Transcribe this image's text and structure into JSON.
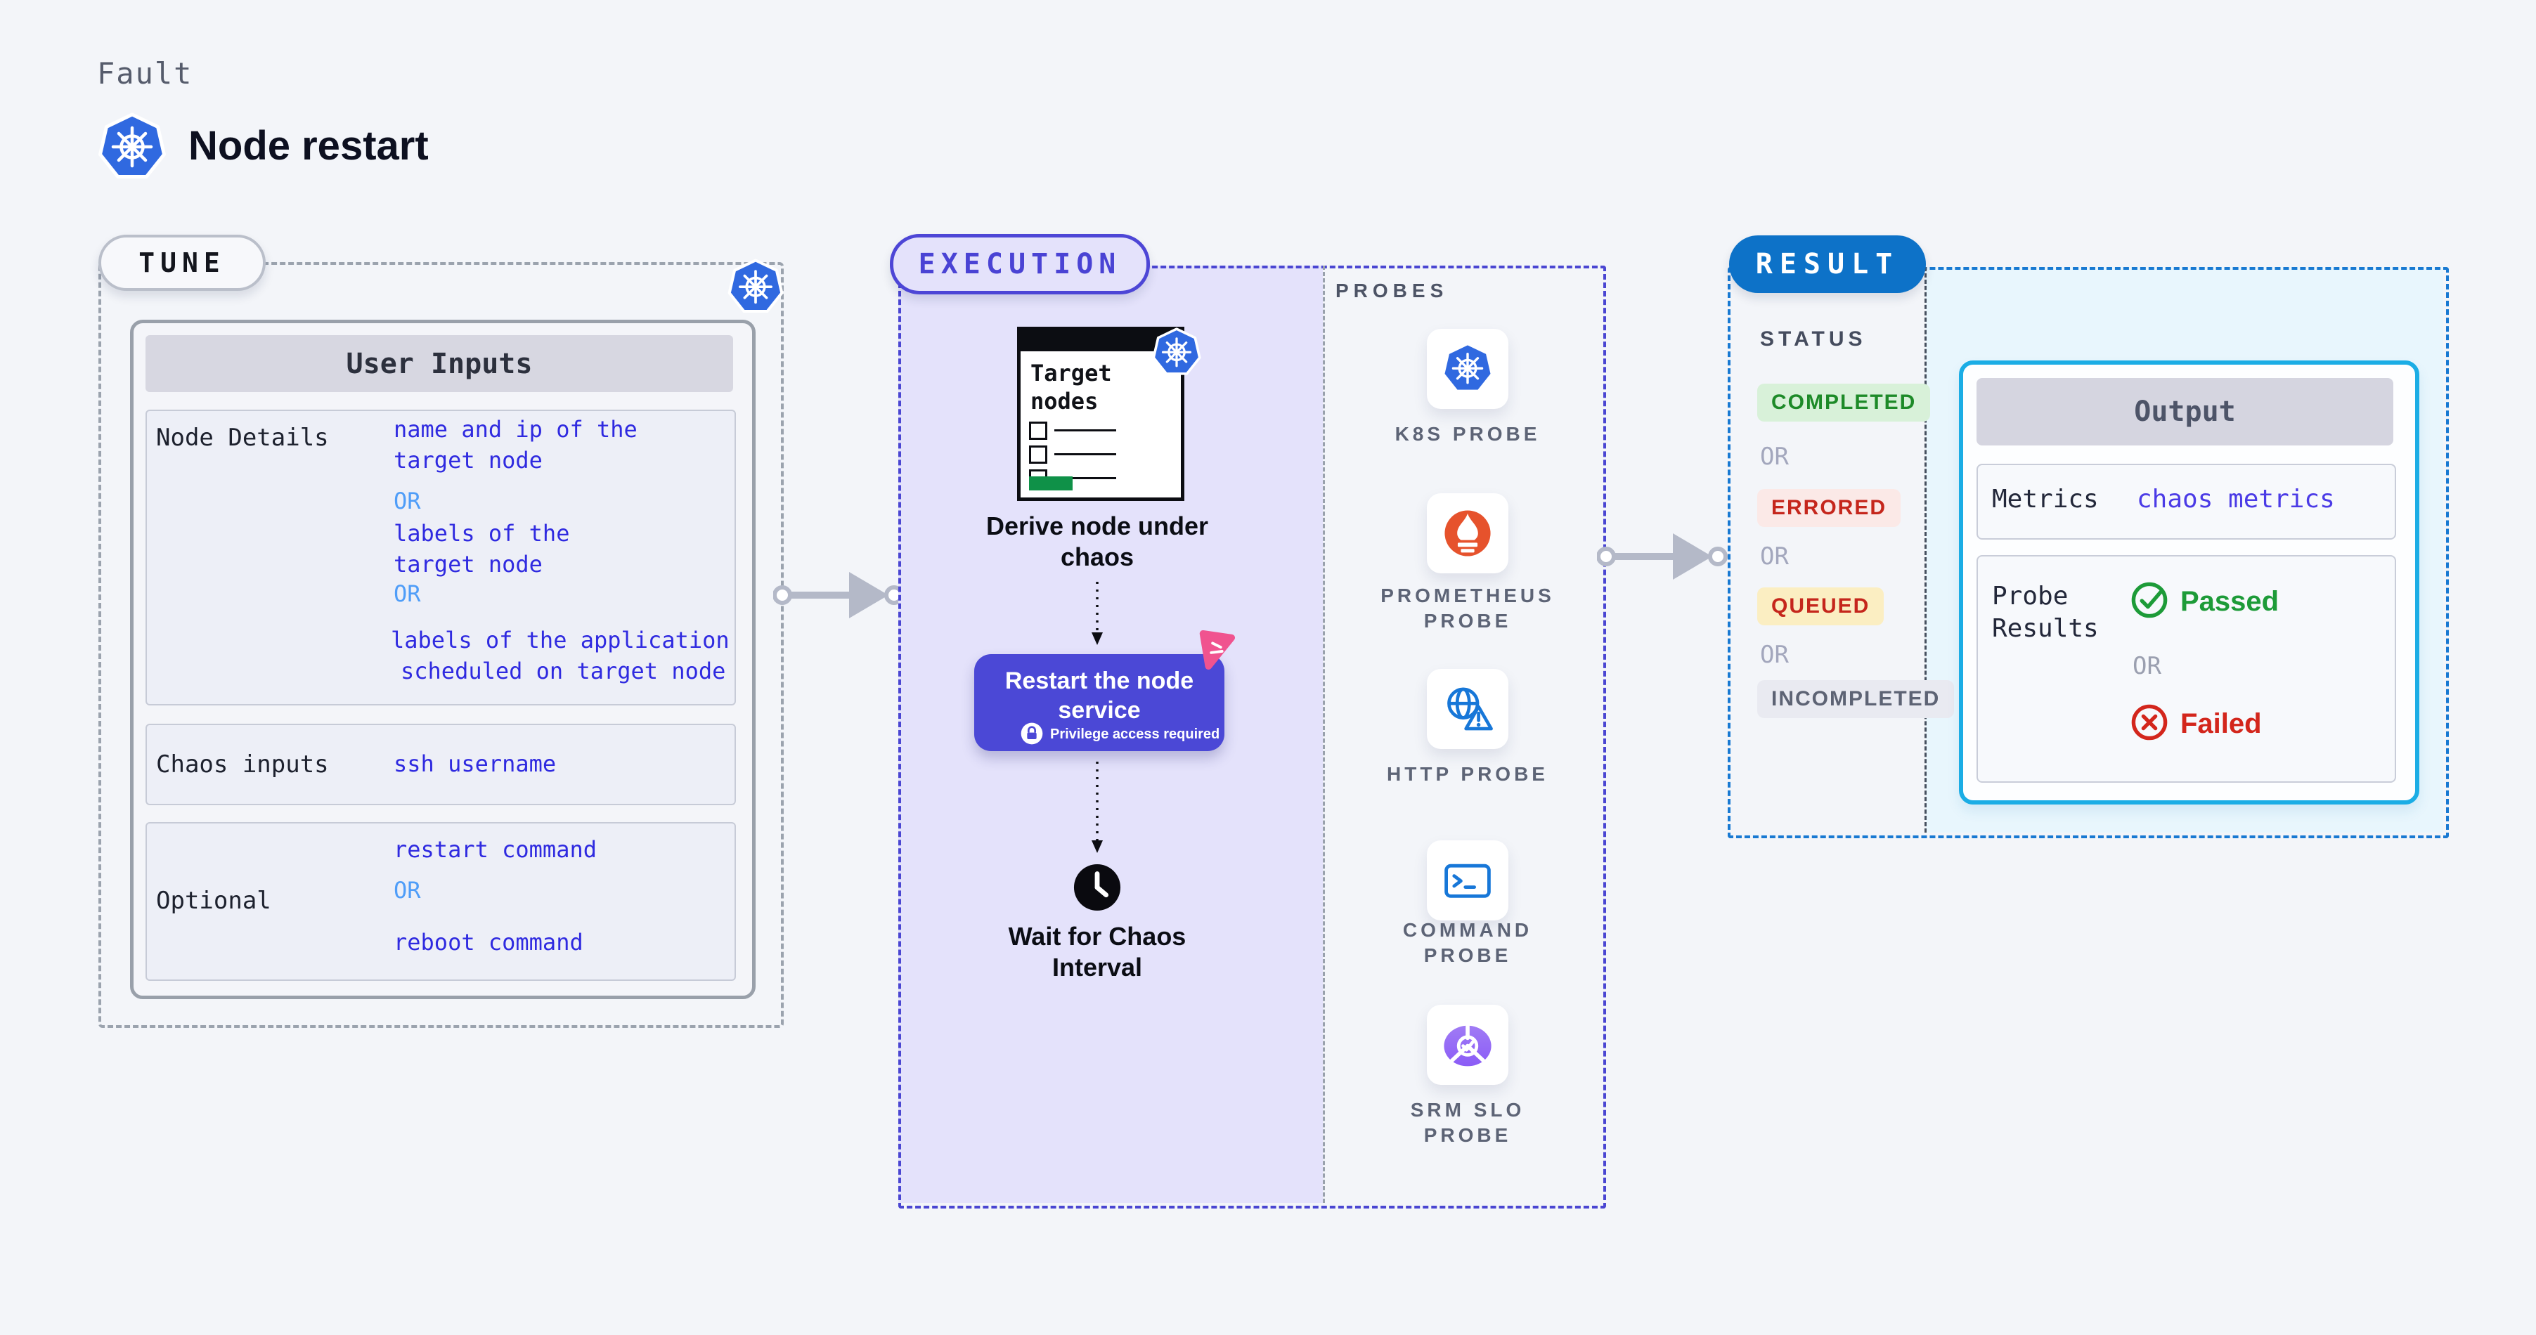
{
  "colors": {
    "accent_indigo": "#4a43d4",
    "accent_blue_value": "#2f2ae0",
    "or_blue": "#4f9df8",
    "kubernetes_blue": "#3069e0",
    "prometheus_orange": "#e6522c",
    "probe_icon_blue": "#1777d8",
    "srm_purple": "#8b5cf6",
    "result_blue": "#0d72c8",
    "output_border_cyan": "#1bade5",
    "completed_green": "#1d8a28",
    "errored_red": "#c5261c",
    "queued_yellow_bg": "#fbeec2",
    "passed_green": "#1d9b38",
    "failed_red": "#d3261c",
    "button_purple": "#4b48d6",
    "litmus_pink": "#f0538f"
  },
  "header": {
    "eyebrow": "Fault",
    "title": "Node restart",
    "logo": "kubernetes-icon"
  },
  "tune": {
    "tag": "TUNE",
    "badge_icon": "kubernetes-icon",
    "table": {
      "header": "User Inputs",
      "rows": [
        {
          "label": "Node Details",
          "lines": [
            {
              "text": "name and ip of the",
              "kind": "value"
            },
            {
              "text": "target node",
              "kind": "value"
            },
            {
              "text": "OR",
              "kind": "or"
            },
            {
              "text": "labels of the",
              "kind": "value"
            },
            {
              "text": "target node",
              "kind": "value"
            },
            {
              "text": "OR",
              "kind": "or"
            },
            {
              "text": "labels of the application",
              "kind": "value"
            },
            {
              "text": "scheduled on target node",
              "kind": "value"
            }
          ]
        },
        {
          "label": "Chaos inputs",
          "lines": [
            {
              "text": "ssh username",
              "kind": "value"
            }
          ]
        },
        {
          "label": "Optional",
          "lines": [
            {
              "text": "restart command",
              "kind": "value"
            },
            {
              "text": "OR",
              "kind": "or"
            },
            {
              "text": "reboot command",
              "kind": "value"
            }
          ]
        }
      ]
    }
  },
  "execution": {
    "tag": "EXECUTION",
    "target_card": {
      "line1": "Target",
      "line2": "nodes"
    },
    "step_derive": {
      "line1": "Derive node under",
      "line2": "chaos"
    },
    "step_restart": {
      "line1": "Restart the node",
      "line2": "service",
      "note": "Privilege access required"
    },
    "step_wait": {
      "line1": "Wait for Chaos",
      "line2": "Interval"
    }
  },
  "probes": {
    "label": "PROBES",
    "items": [
      {
        "label": "K8S PROBE",
        "icon": "kubernetes-icon"
      },
      {
        "label": "PROMETHEUS PROBE",
        "icon": "prometheus-icon"
      },
      {
        "label": "HTTP PROBE",
        "icon": "globe-alert-icon"
      },
      {
        "label": "COMMAND PROBE",
        "icon": "terminal-icon"
      },
      {
        "label": "SRM SLO PROBE",
        "icon": "slo-gauge-icon"
      }
    ]
  },
  "result": {
    "tag": "RESULT",
    "status": {
      "label": "STATUS",
      "sequence": [
        {
          "text": "COMPLETED",
          "kind": "completed"
        },
        {
          "text": "OR",
          "kind": "or"
        },
        {
          "text": "ERRORED",
          "kind": "errored"
        },
        {
          "text": "OR",
          "kind": "or"
        },
        {
          "text": "QUEUED",
          "kind": "queued"
        },
        {
          "text": "OR",
          "kind": "or"
        },
        {
          "text": "INCOMPLETED",
          "kind": "incompleted"
        }
      ]
    },
    "output": {
      "header": "Output",
      "metrics": {
        "label": "Metrics",
        "value": "chaos metrics"
      },
      "probe_results": {
        "label_line1": "Probe",
        "label_line2": "Results",
        "passed": "Passed",
        "or": "OR",
        "failed": "Failed"
      }
    }
  }
}
